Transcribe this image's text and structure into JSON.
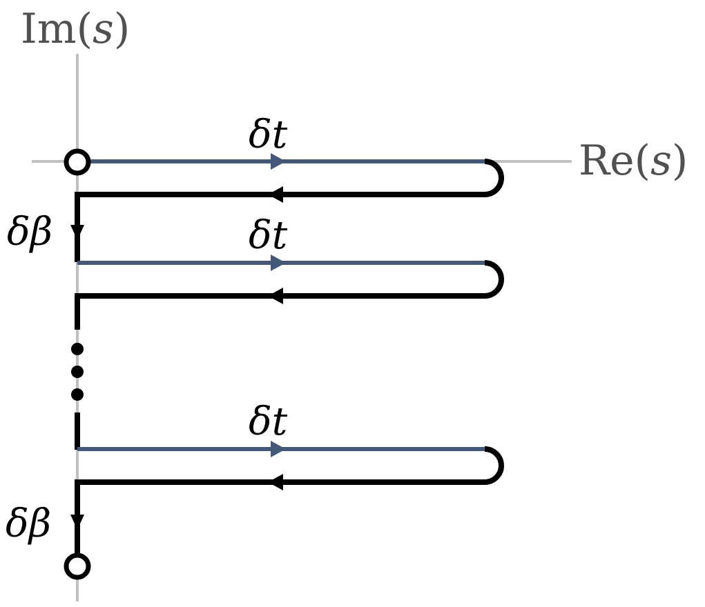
{
  "axes": {
    "imaginary_label": {
      "prefix": "Im(",
      "var": "s",
      "suffix": ")"
    },
    "real_label": {
      "prefix": "Re(",
      "var": "s",
      "suffix": ")"
    }
  },
  "segments": {
    "forward_label": "δt",
    "step_label": "δβ"
  },
  "colors": {
    "axis": "#c0c0c0",
    "forward_path": "#44587a",
    "return_path": "#000000",
    "axis_text": "#505050",
    "background": "#ffffff"
  }
}
